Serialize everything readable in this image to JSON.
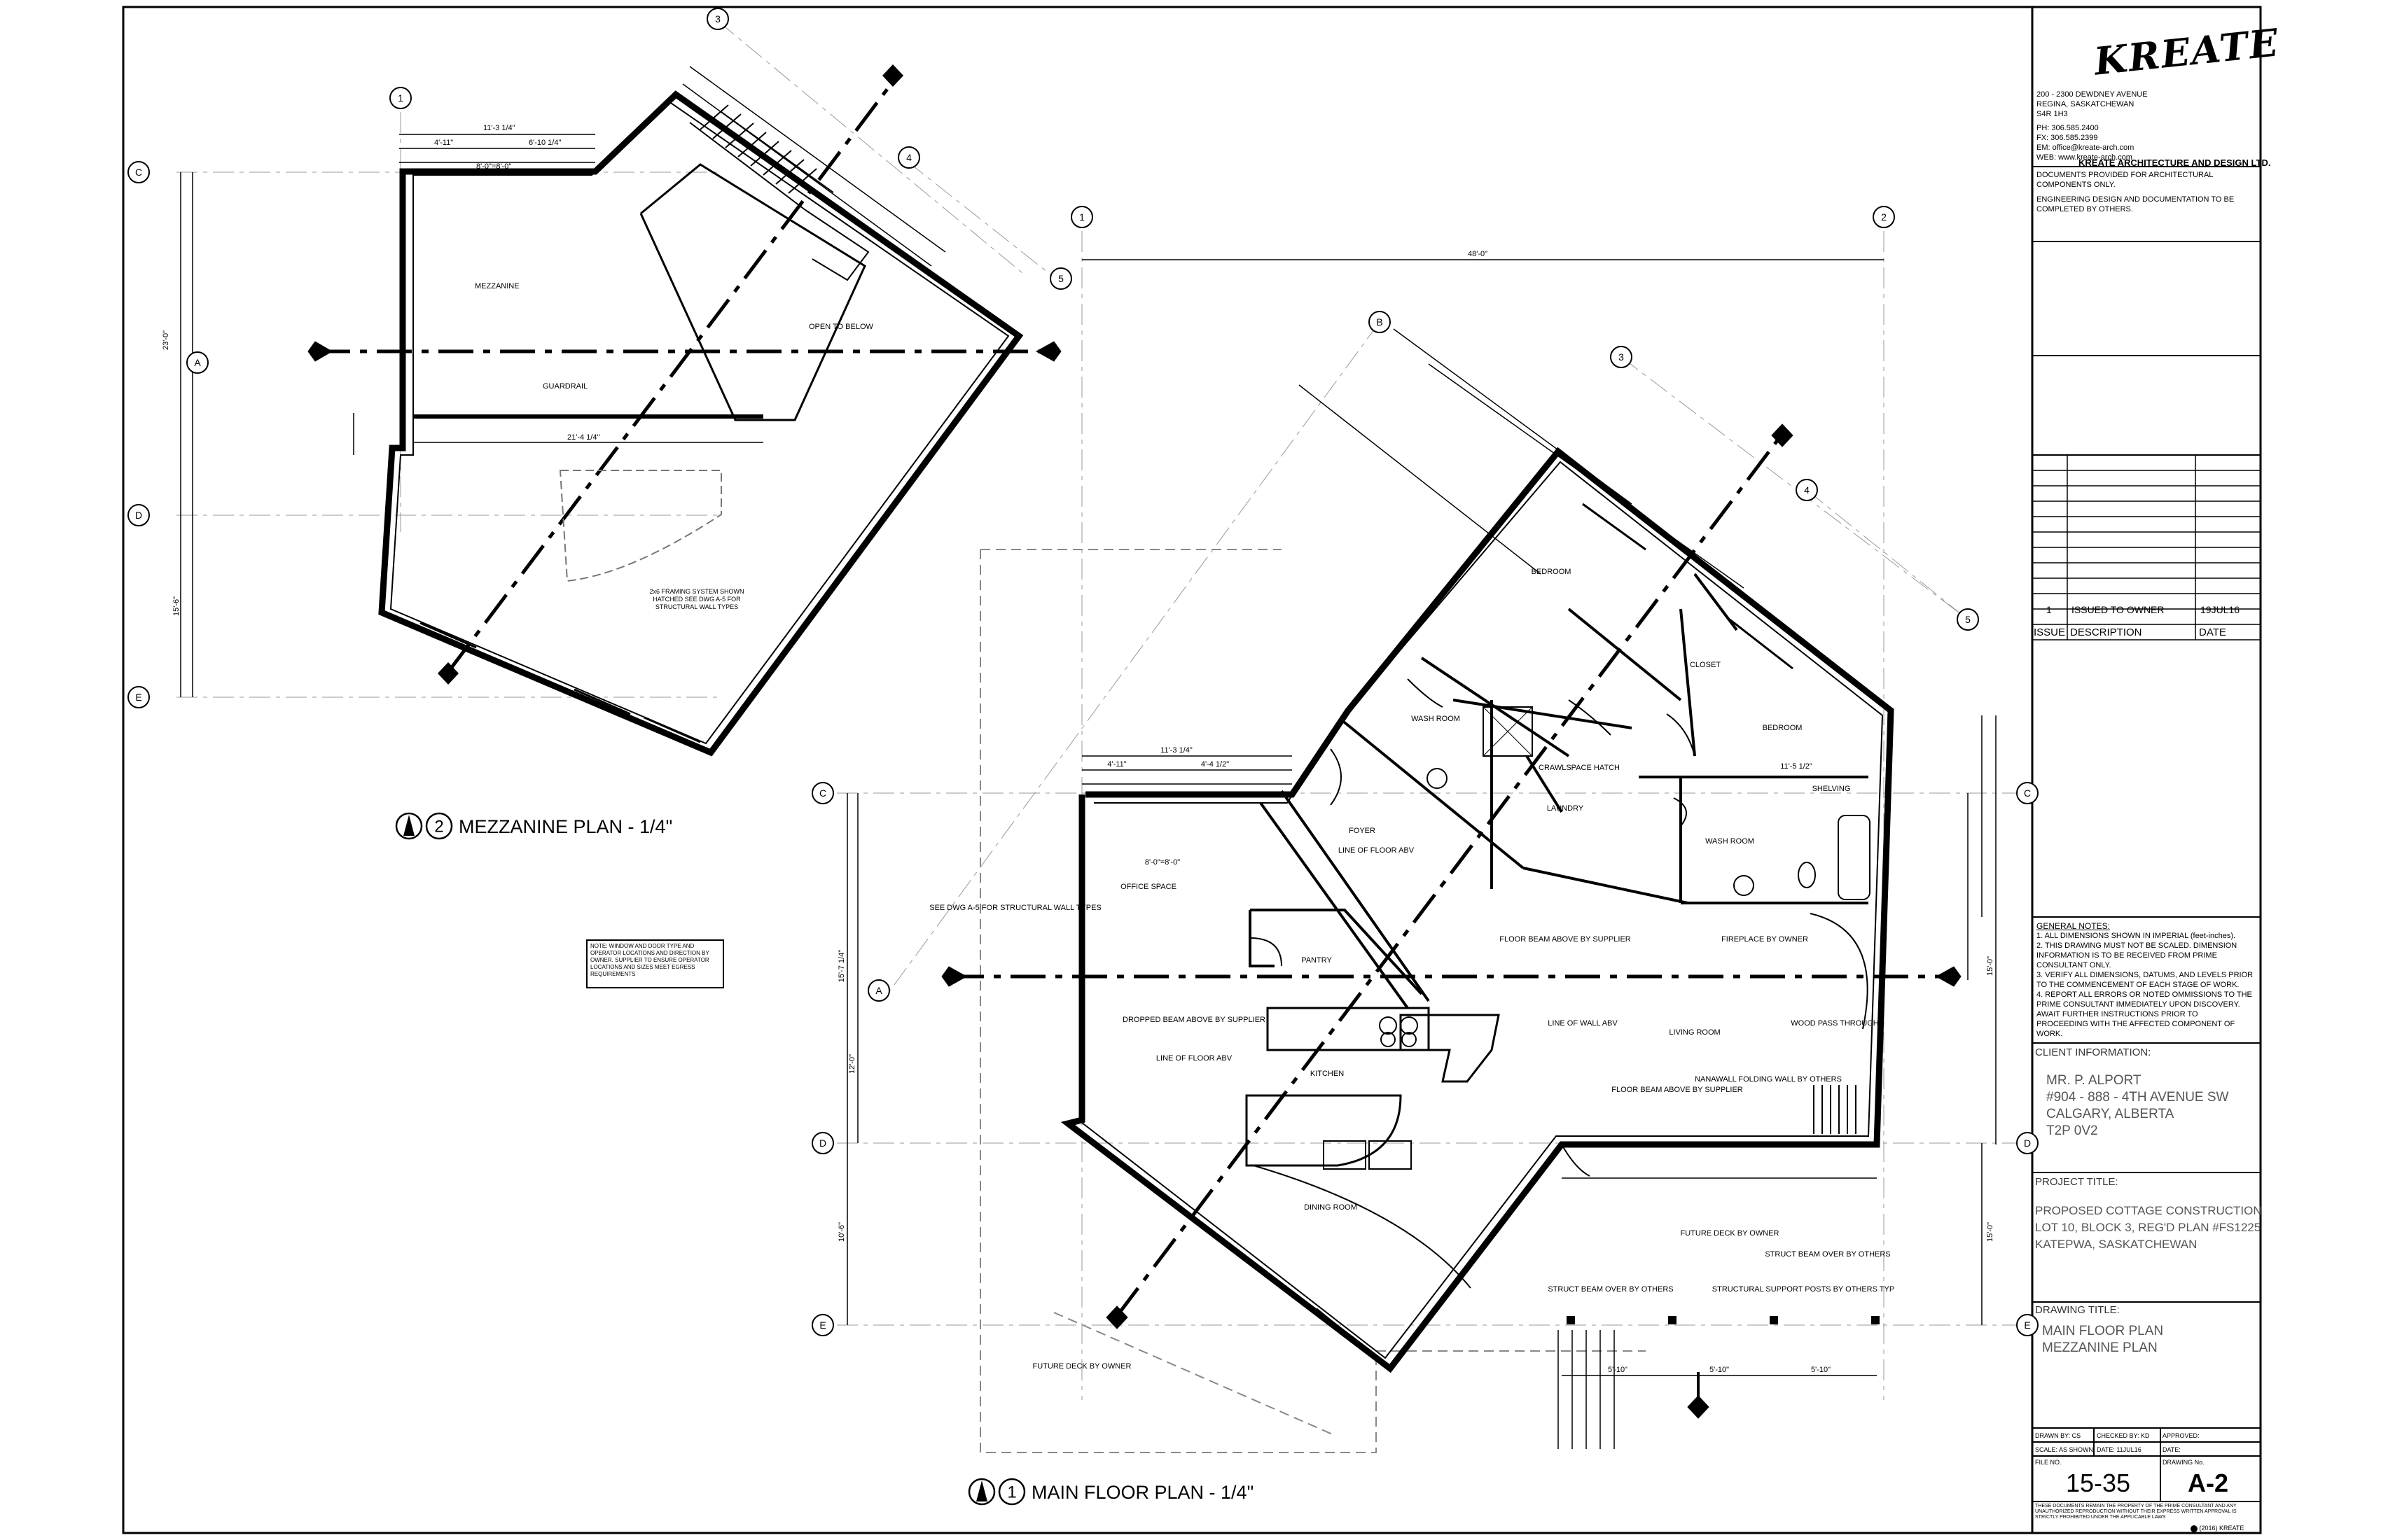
{
  "plans": {
    "mezzanine_title": "MEZZANINE PLAN - 1/4\"",
    "mezzanine_number": "2",
    "main_title": "MAIN FLOOR PLAN - 1/4\"",
    "main_number": "1"
  },
  "grid_bubbles": {
    "mezz": [
      "1",
      "3",
      "4",
      "5",
      "C",
      "A",
      "D",
      "E"
    ],
    "main": [
      "1",
      "2",
      "B",
      "3",
      "4",
      "5",
      "C",
      "A",
      "D",
      "E"
    ]
  },
  "rooms": {
    "mezzanine": "MEZZANINE",
    "open_to_below": "OPEN TO BELOW",
    "guardrail": "GUARDRAIL",
    "framing_note": "2x6 FRAMING SYSTEM SHOWN HATCHED SEE DWG A-5 FOR STRUCTURAL WALL TYPES",
    "bedroom1": "BEDROOM",
    "bedroom2": "BEDROOM",
    "closet": "CLOSET",
    "washroom1": "WASH ROOM",
    "washroom2": "WASH ROOM",
    "laundry": "LAUNDRY",
    "foyer": "FOYER",
    "office": "OFFICE SPACE",
    "pantry": "PANTRY",
    "kitchen": "KITCHEN",
    "dining": "DINING ROOM",
    "living": "LIVING ROOM",
    "fireplace": "FIREPLACE BY OWNER",
    "shelving": "SHELVING",
    "future_deck1": "FUTURE DECK BY OWNER",
    "future_deck2": "FUTURE DECK BY OWNER",
    "crawlspace": "CRAWLSPACE HATCH",
    "floor_beam": "FLOOR BEAM ABOVE BY SUPPLIER",
    "dropped_beam": "DROPPED BEAM ABOVE BY SUPPLIER",
    "floor_beam2": "FLOOR BEAM ABOVE BY SUPPLIER",
    "line_wall": "LINE OF WALL ABV",
    "line_floor": "LINE OF FLOOR ABV",
    "line_floor2": "LINE OF FLOOR ABV",
    "see_dwg": "SEE DWG A-5 FOR STRUCTURAL WALL TYPES",
    "wood_pass": "WOOD PASS THROUGH",
    "nanawall": "NANAWALL FOLDING WALL BY OTHERS",
    "strut_beam": "STRUCT BEAM OVER BY OTHERS",
    "strut_beam2": "STRUCT BEAM OVER BY OTHERS",
    "strut_posts": "STRUCTURAL SUPPORT POSTS BY OTHERS TYP"
  },
  "note_box": "NOTE: WINDOW AND DOOR TYPE AND OPERATOR LOCATIONS AND DIRECTION BY OWNER. SUPPLIER TO ENSURE OPERATOR LOCATIONS AND SIZES MEET EGRESS REQUIREMENTS",
  "dims": {
    "mezz_top1": "11'-3 1/4\"",
    "mezz_top2": "4'-11\"",
    "mezz_top3": "6'-10 1/4\"",
    "mezz_top4": "8'-0\"=8'-0\"",
    "mezz_mid": "21'-4 1/4\"",
    "mezz_left": "23'-0\"",
    "mezz_left2": "15'-6\"",
    "main_top": "48'-0\"",
    "main_top1": "11'-3 1/4\"",
    "main_top2": "4'-11\"",
    "main_top3": "4'-4 1/2\"",
    "main_top4": "8'-0\"=8'-0\"",
    "main_right1": "11'-5 1/2\"",
    "main_right2": "15'-0\"",
    "main_right3": "15'-0\"",
    "main_bot1": "5'-10\"",
    "main_bot2": "5'-10\"",
    "main_bot3": "5'-10\"",
    "main_left1": "15'-7 1/4\"",
    "main_left2": "12'-0\"",
    "main_left3": "10'-6\""
  },
  "titleblock": {
    "logo": "KREATE",
    "address1": "200 - 2300 DEWDNEY AVENUE",
    "address2": "REGINA, SASKATCHEWAN",
    "address3": "S4R 1H3",
    "phone": "PH:    306.585.2400",
    "fax": "FX:    306.585.2399",
    "email": "EM:    office@kreate-arch.com",
    "web": "WEB: www.kreate-arch.com",
    "firm": "KREATE ARCHITECTURE AND DESIGN LTD.",
    "disclaimer1": "DOCUMENTS PROVIDED FOR ARCHITECTURAL",
    "disclaimer2": "COMPONENTS ONLY.",
    "disclaimer3": "ENGINEERING DESIGN AND DOCUMENTATION TO BE",
    "disclaimer4": "COMPLETED BY OTHERS.",
    "issue_no": "1",
    "issue_desc": "ISSUED TO OWNER",
    "issue_date": "19JUL16",
    "col_issue": "ISSUE",
    "col_desc": "DESCRIPTION",
    "col_date": "DATE",
    "general_notes_title": "GENERAL NOTES:",
    "general_notes": [
      "1. ALL DIMENSIONS SHOWN IN IMPERIAL (feet-inches).",
      "2. THIS DRAWING MUST NOT BE SCALED. DIMENSION",
      "   INFORMATION IS TO BE RECEIVED FROM PRIME",
      "   CONSULTANT ONLY.",
      "3. VERIFY ALL DIMENSIONS, DATUMS, AND LEVELS PRIOR",
      "   TO THE COMMENCEMENT OF EACH STAGE OF WORK.",
      "4. REPORT ALL ERRORS OR NOTED OMMISSIONS TO THE",
      "   PRIME CONSULTANT IMMEDIATELY UPON DISCOVERY.",
      "   AWAIT FURTHER INSTRUCTIONS PRIOR TO",
      "   PROCEEDING WITH THE AFFECTED COMPONENT OF",
      "   WORK."
    ],
    "client_label": "CLIENT INFORMATION:",
    "client_lines": [
      "MR. P. ALPORT",
      "#904 - 888 - 4TH AVENUE SW",
      "CALGARY, ALBERTA",
      "T2P 0V2"
    ],
    "project_label": "PROJECT TITLE:",
    "project_lines": [
      "PROPOSED COTTAGE CONSTRUCTION",
      "LOT 10, BLOCK 3, REG'D PLAN #FS1225",
      "KATEPWA, SASKATCHEWAN"
    ],
    "drawing_label": "DRAWING TITLE:",
    "drawing_lines": [
      "MAIN FLOOR PLAN",
      "MEZZANINE PLAN"
    ],
    "drawn_by": "DRAWN BY:  CS",
    "checked_by": "CHECKED BY:  KD",
    "approved": "APPROVED:",
    "scale": "SCALE:  AS SHOWN",
    "date": "DATE:    11JUL16",
    "date2": "DATE:",
    "file_no_label": "FILE NO.",
    "file_no": "15-35",
    "drawing_no_label": "DRAWING No.",
    "drawing_no": "A-2",
    "footer": "THESE DOCUMENTS REMAIN THE PROPERTY OF THE PRIME CONSULTANT AND ANY UNAUTHORIZED REPRODUCTION WITHOUT THEIR EXPRESS WRITTEN APPROVAL IS STRICTLY PROHIBITED UNDER THE APPLICABLE LAWS",
    "copyright": "(2016) KREATE"
  }
}
